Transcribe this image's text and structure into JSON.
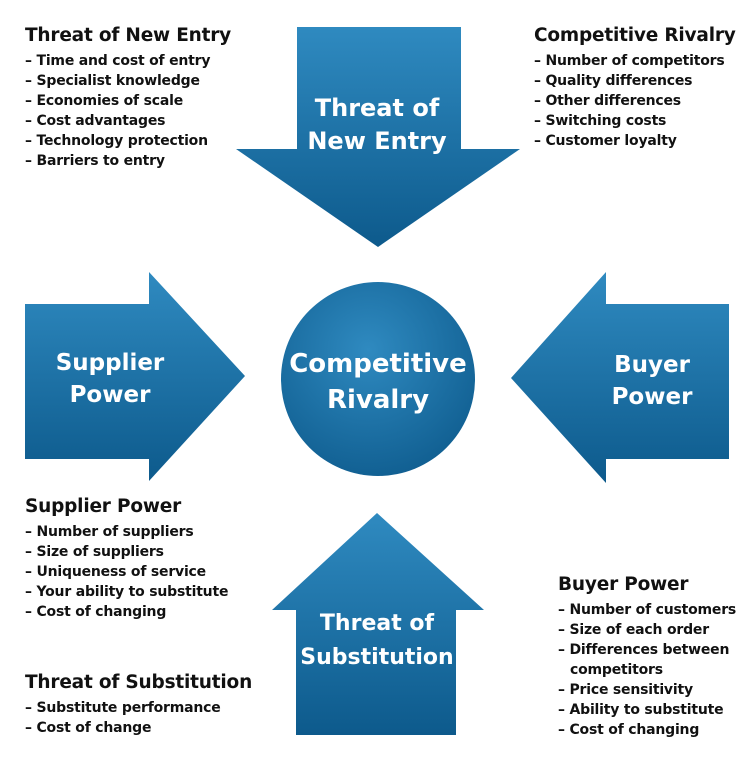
{
  "colors": {
    "shape_top": "#2f8ac0",
    "shape_bottom": "#0d5a8c",
    "label_text": "#ffffff",
    "body_text": "#111111"
  },
  "shapes": {
    "top_arrow": [
      "Threat of",
      "New Entry"
    ],
    "left_arrow": [
      "Supplier",
      "Power"
    ],
    "right_arrow": [
      "Buyer",
      "Power"
    ],
    "bottom_arrow": [
      "Threat of",
      "Substitution"
    ],
    "center_circle": [
      "Competitive",
      "Rivalry"
    ]
  },
  "blocks": {
    "new_entry": {
      "title": "Threat of New Entry",
      "items": [
        "Time and cost of entry",
        "Specialist knowledge",
        "Economies of scale",
        "Cost advantages",
        "Technology protection",
        "Barriers to entry"
      ]
    },
    "rivalry": {
      "title": "Competitive Rivalry",
      "items": [
        "Number of competitors",
        "Quality differences",
        "Other differences",
        "Switching costs",
        "Customer loyalty"
      ]
    },
    "supplier": {
      "title": "Supplier Power",
      "items": [
        "Number of suppliers",
        "Size of suppliers",
        "Uniqueness of service",
        "Your ability to substitute",
        "Cost of changing"
      ]
    },
    "buyer": {
      "title": "Buyer Power",
      "items": [
        "Number of customers",
        "Size of each order",
        "Differences between competitors",
        "Price sensitivity",
        "Ability to substitute",
        "Cost of changing"
      ]
    },
    "substitution": {
      "title": "Threat of Substitution",
      "items": [
        "Substitute performance",
        "Cost of change"
      ]
    }
  }
}
